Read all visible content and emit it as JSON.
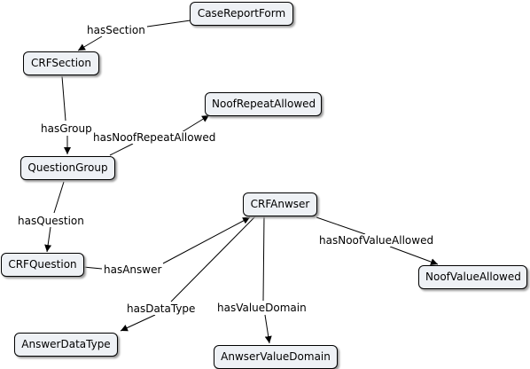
{
  "concepts": {
    "case_report_form": "CaseReportForm",
    "crf_section": "CRFSection",
    "noof_repeat_allowed": "NoofRepeatAllowed",
    "question_group": "QuestionGroup",
    "crf_answer": "CRFAnwser",
    "crf_question": "CRFQuestion",
    "noof_value_allowed": "NoofValueAllowed",
    "answer_data_type": "AnswerDataType",
    "answer_value_domain": "AnwserValueDomain"
  },
  "links": {
    "has_section": "hasSection",
    "has_group": "hasGroup",
    "has_noof_repeat_allowed": "hasNoofRepeatAllowed",
    "has_question": "hasQuestion",
    "has_answer": "hasAnswer",
    "has_noof_value_allowed": "hasNoofValueAllowed",
    "has_data_type": "hasDataType",
    "has_value_domain": "hasValueDomain"
  }
}
